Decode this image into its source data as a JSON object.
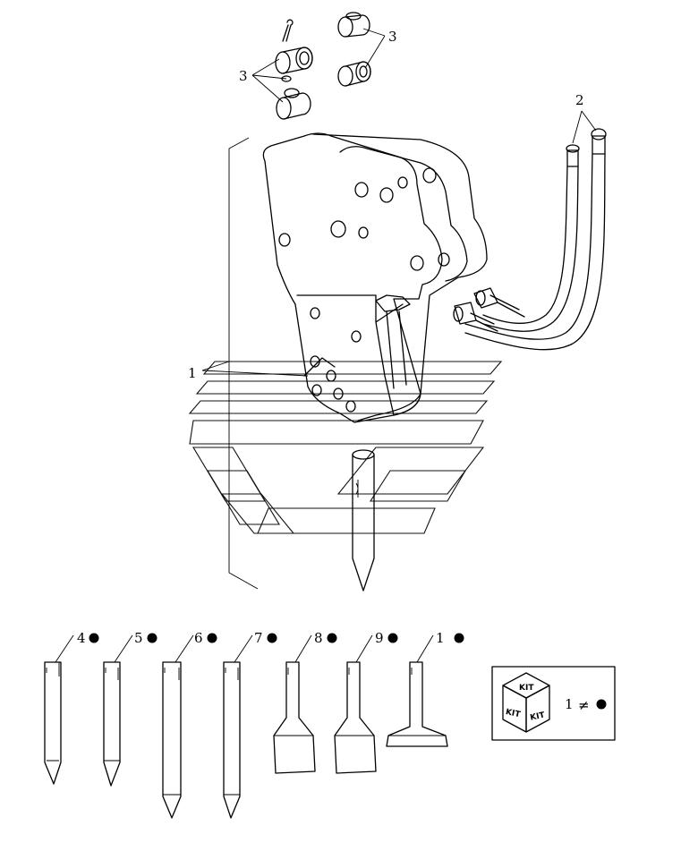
{
  "labels": {
    "hammer": "1",
    "hoses": "2",
    "bushings_left": "3",
    "bushings_right": "3",
    "tool_4": "4",
    "tool_5": "5",
    "tool_6": "6",
    "tool_7": "7",
    "tool_8": "8",
    "tool_9": "9",
    "tool_1": "1"
  },
  "kit_legend": {
    "top": "KIT",
    "left": "KIT",
    "right": "KIT",
    "quantity": "1",
    "symbol": "≠"
  },
  "icons": {
    "option_marker": "filled-circle-icon",
    "kit_box": "kit-cube-icon"
  },
  "colors": {
    "line": "#000000",
    "background": "#ffffff"
  }
}
